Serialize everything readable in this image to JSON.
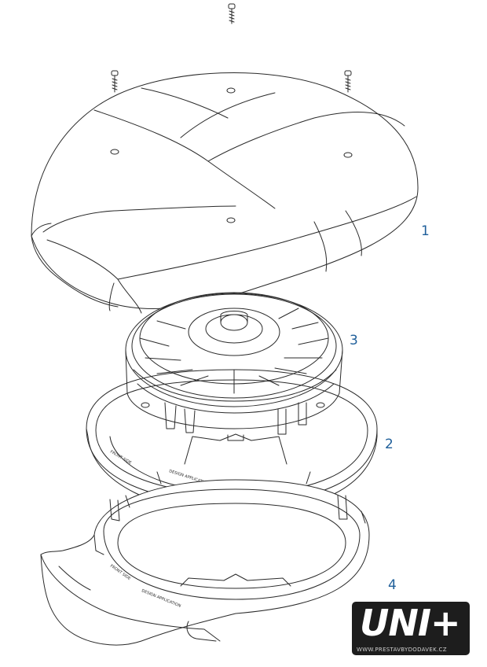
{
  "labels": {
    "part1": "1",
    "part2": "2",
    "part3": "3",
    "part4": "4"
  },
  "ring_text": {
    "a": "FRONT SIDE",
    "b": "DESIGN APPLICATION"
  },
  "logo": {
    "text": "UNI+",
    "url": "WWW.PRESTAVBYDODAVEK.CZ"
  },
  "colors": {
    "line": "#2a2a2a",
    "label": "#1f5f9a",
    "logo_bg": "#1d1d1d"
  }
}
